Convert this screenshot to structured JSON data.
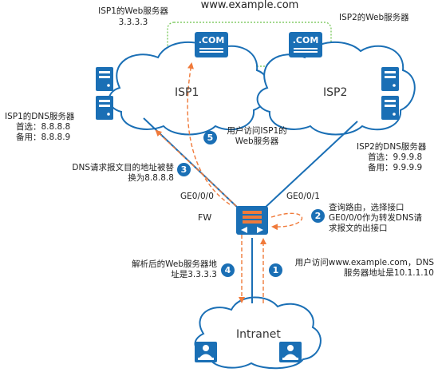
{
  "site_url": "www.example.com",
  "isp1_web": {
    "title": "ISP1的Web服务器",
    "ip": "3.3.3.3",
    "badge": ".COM"
  },
  "isp2_web": {
    "title": "ISP2的Web服务器",
    "badge": ".COM"
  },
  "clouds": {
    "isp1": "ISP1",
    "isp2": "ISP2",
    "intranet": "Intranet"
  },
  "isp1_dns": {
    "title": "ISP1的DNS服务器",
    "primary": "首选：8.8.8.8",
    "backup": "备用：8.8.8.9"
  },
  "isp2_dns": {
    "title": "ISP2的DNS服务器",
    "primary": "首选：9.9.9.8",
    "backup": "备用：9.9.9.9"
  },
  "firewall": {
    "name": "FW",
    "port_left": "GE0/0/0",
    "port_right": "GE0/0/1"
  },
  "steps": [
    {
      "num": "1",
      "lines": [
        "用户访问www.example.com，DNS",
        "服务器地址是10.1.1.10"
      ]
    },
    {
      "num": "2",
      "lines": [
        "查询路由，选择接口",
        "GE0/0/0作为转发DNS请",
        "求报文的出接口"
      ]
    },
    {
      "num": "3",
      "lines": [
        "DNS请求报文目的地址被替",
        "换为8.8.8.8"
      ]
    },
    {
      "num": "4",
      "lines": [
        "解析后的Web服务器地",
        "址是3.3.3.3"
      ]
    },
    {
      "num": "5",
      "lines": [
        "用户访问ISP1的",
        "Web服务器"
      ]
    }
  ],
  "colors": {
    "blue": "#1a6fb5",
    "arrow": "#f07a3a",
    "green": "#6cc24a",
    "link": "#3a86c8"
  }
}
